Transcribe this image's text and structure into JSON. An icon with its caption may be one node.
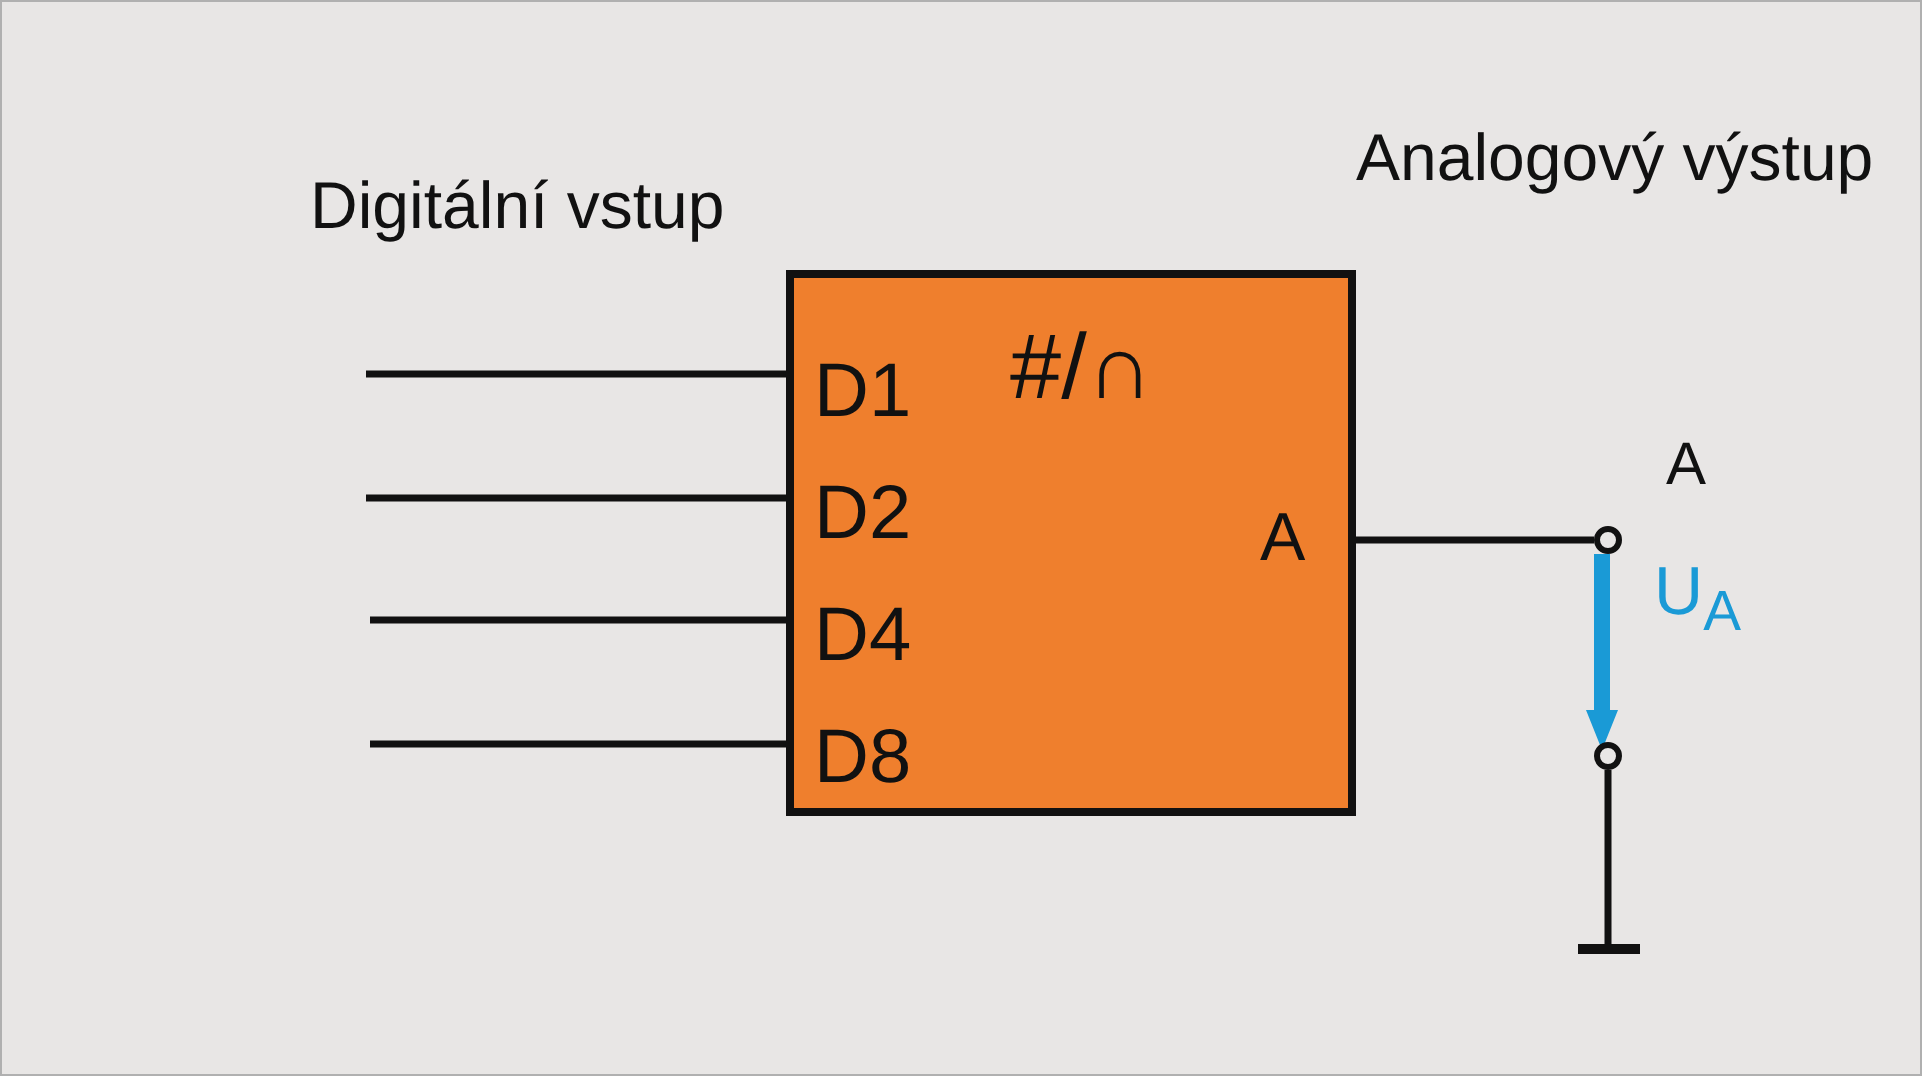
{
  "diagram": {
    "nodes": [
      {
        "text": [
          "#/∩",
          "D1",
          "D2",
          "D4",
          "D8",
          "A"
        ]
      },
      {
        "text": [],
        "shape": "circle",
        "beside": [
          "A"
        ]
      },
      {
        "text": [],
        "shape": "circle"
      },
      {
        "text": [],
        "shape": "bar"
      }
    ],
    "edges": [
      {
        "from": null,
        "to": 0,
        "arrow": "none"
      },
      {
        "from": null,
        "to": 0,
        "arrow": "none"
      },
      {
        "from": null,
        "to": 0,
        "arrow": "none"
      },
      {
        "from": null,
        "to": 0,
        "arrow": "none"
      },
      {
        "from": 0,
        "to": 1,
        "arrow": "none"
      },
      {
        "from": 1,
        "to": 2,
        "arrow": "to",
        "label": "U$_{A}$",
        "style": "thick",
        "color": "#1a9ad6"
      },
      {
        "from": 2,
        "to": 3,
        "arrow": "none"
      }
    ],
    "labels": [
      "Digitální vstup",
      "Analogový výstup"
    ]
  }
}
